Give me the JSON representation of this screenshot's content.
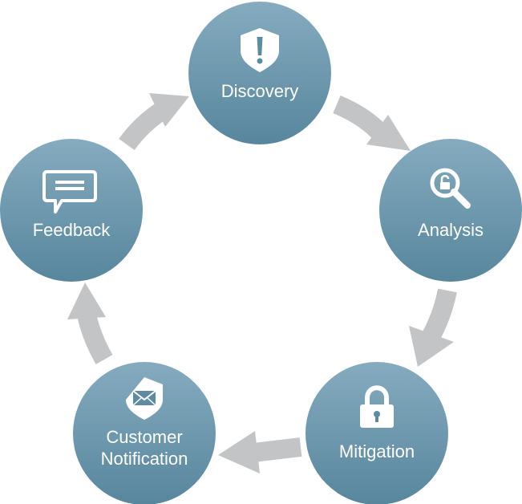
{
  "diagram": {
    "colors": {
      "node_top": "#86abbf",
      "node_bottom": "#57869d",
      "arrow": "#c3c4c5",
      "label": "#ffffff"
    },
    "nodes": [
      {
        "id": "discovery",
        "icon": "shield-exclamation-icon",
        "lines": [
          "Discovery"
        ]
      },
      {
        "id": "analysis",
        "icon": "magnifier-lock-icon",
        "lines": [
          "Analysis"
        ]
      },
      {
        "id": "mitigation",
        "icon": "padlock-icon",
        "lines": [
          "Mitigation"
        ]
      },
      {
        "id": "customer-notification",
        "icon": "shield-envelope-icon",
        "lines": [
          "Customer",
          "Notification"
        ]
      },
      {
        "id": "feedback",
        "icon": "speech-bubble-icon",
        "lines": [
          "Feedback"
        ]
      }
    ]
  }
}
